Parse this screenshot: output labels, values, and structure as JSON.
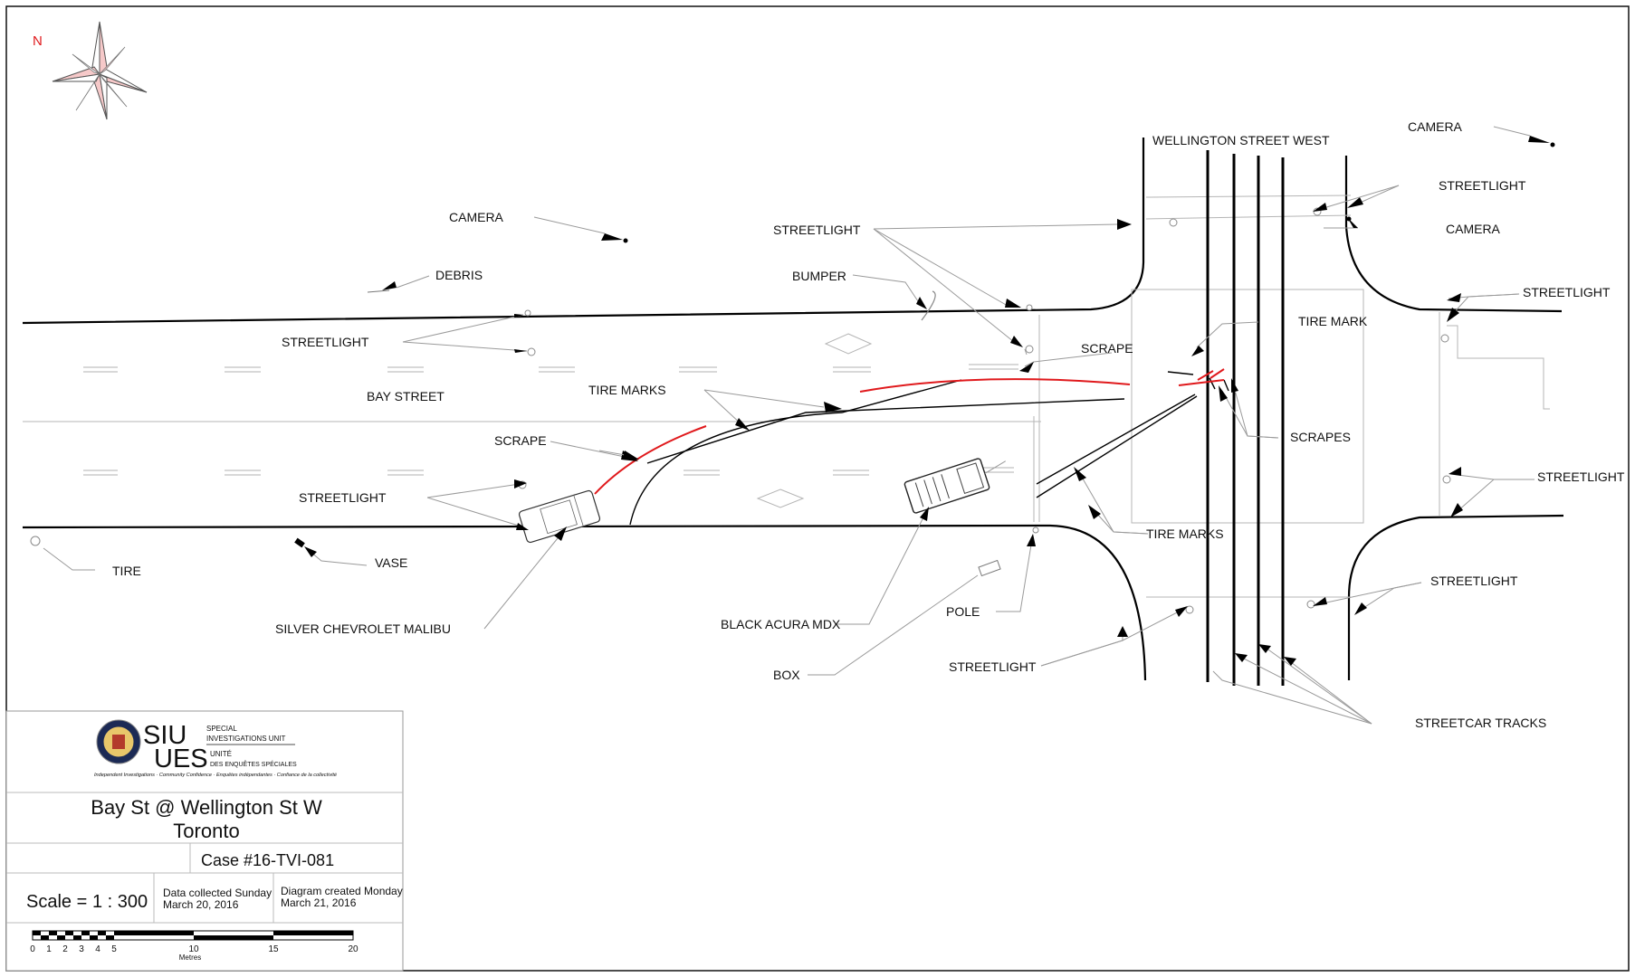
{
  "compass": {
    "north_label": "N"
  },
  "streets": {
    "bay": "BAY STREET",
    "wellington": "WELLINGTON STREET WEST"
  },
  "labels": {
    "camera_1": "CAMERA",
    "camera_2": "CAMERA",
    "camera_3": "CAMERA",
    "debris": "DEBRIS",
    "streetlight_1": "STREETLIGHT",
    "streetlight_2": "STREETLIGHT",
    "streetlight_3": "STREETLIGHT",
    "streetlight_4": "STREETLIGHT",
    "streetlight_5": "STREETLIGHT",
    "streetlight_6": "STREETLIGHT",
    "streetlight_7": "STREETLIGHT",
    "streetlight_8": "STREETLIGHT",
    "bumper": "BUMPER",
    "scrape_1": "SCRAPE",
    "scrape_2": "SCRAPE",
    "tire_mark": "TIRE MARK",
    "tire_marks_1": "TIRE MARKS",
    "tire_marks_2": "TIRE MARKS",
    "scrapes": "SCRAPES",
    "tire": "TIRE",
    "vase": "VASE",
    "malibu": "SILVER CHEVROLET MALIBU",
    "acura": "BLACK ACURA MDX",
    "pole": "POLE",
    "box": "BOX",
    "streetcar_tracks": "STREETCAR TRACKS"
  },
  "title_block": {
    "logo_siu": "SIU",
    "logo_ues": "UES",
    "logo_line1": "SPECIAL",
    "logo_line2": "INVESTIGATIONS UNIT",
    "logo_line3": "UNITÉ",
    "logo_line4": "DES ENQUÊTES SPÉCIALES",
    "tagline": "Independent Investigations · Community Confidence · Enquêtes indépendantes · Confiance de la collectivité",
    "location_line1": "Bay St @ Wellington St W",
    "location_line2": "Toronto",
    "case": "Case #16-TVI-081",
    "scale_label": "Scale =",
    "scale_value": "1 : 300",
    "collected_line1": "Data collected Sunday",
    "collected_line2": "March 20, 2016",
    "created_line1": "Diagram created Monday",
    "created_line2": "March 21, 2016",
    "scalebar_ticks": [
      "0",
      "1",
      "2",
      "3",
      "4",
      "5",
      "10",
      "15",
      "20"
    ],
    "scalebar_unit": "Metres"
  }
}
